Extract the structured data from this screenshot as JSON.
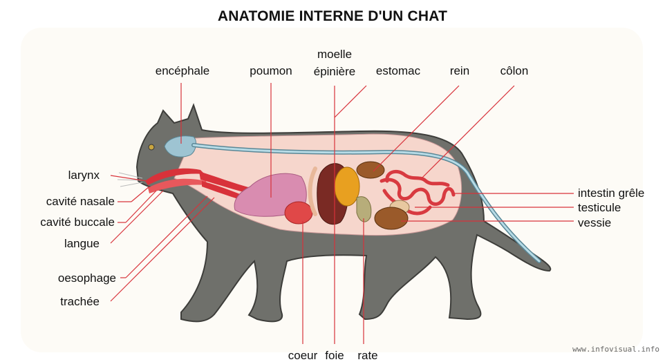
{
  "title": "ANATOMIE INTERNE D'UN CHAT",
  "credit": "www.infovisual.info",
  "labels": {
    "encephale": "encéphale",
    "poumon": "poumon",
    "moelle_1": "moelle",
    "moelle_2": "épinière",
    "estomac": "estomac",
    "rein": "rein",
    "colon": "côlon",
    "larynx": "larynx",
    "cavite_nasale": "cavité nasale",
    "cavite_buccale": "cavité buccale",
    "langue": "langue",
    "oesophage": "oesophage",
    "trachee": "trachée",
    "intestin_grele": "intestin grêle",
    "testicule": "testicule",
    "vessie": "vessie",
    "coeur": "coeur",
    "foie": "foie",
    "rate": "rate"
  },
  "colors": {
    "body": "#6f706b",
    "body_outline": "#3d3d3a",
    "cavity": "#f6d6cc",
    "leader": "#d8323a",
    "lung": "#d98cb0",
    "heart": "#e04848",
    "liver": "#7a2a24",
    "stomach": "#e8a020",
    "kidney": "#9a5a2a",
    "intestine": "#d83a40",
    "spine": "#88b8c8"
  }
}
